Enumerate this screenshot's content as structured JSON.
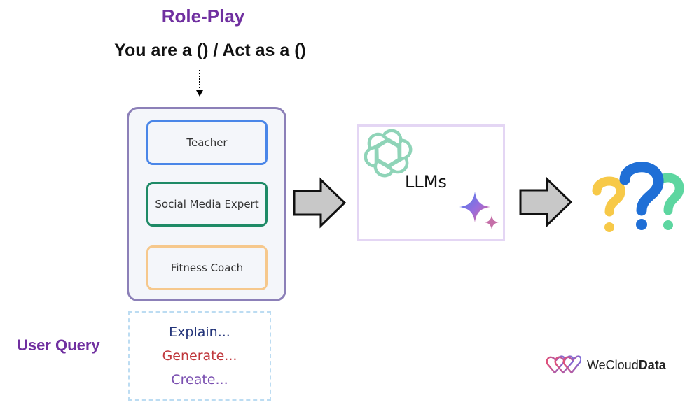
{
  "title": "Role-Play",
  "subtitle": "You are a () / Act as a ()",
  "roles": [
    "Teacher",
    "Social Media Expert",
    "Fitness Coach"
  ],
  "user_query": {
    "label": "User Query",
    "lines": [
      "Explain...",
      "Generate...",
      "Create..."
    ]
  },
  "llm_label": "LLMs",
  "brand": {
    "name_regular": "WeCloud",
    "name_bold": "Data"
  },
  "colors": {
    "accent_purple": "#7030a0",
    "teacher_border": "#4a86e8",
    "social_border": "#1e8a66",
    "fitness_border": "#f6c88c",
    "explain": "#24357a",
    "generate": "#c0373c",
    "create": "#7a4fb0"
  },
  "icons": [
    "dotted-down-arrow-icon",
    "right-arrow-icon",
    "openai-logo-icon",
    "gemini-sparkle-icon",
    "question-marks-icon",
    "wecloud-heart-logo-icon"
  ]
}
